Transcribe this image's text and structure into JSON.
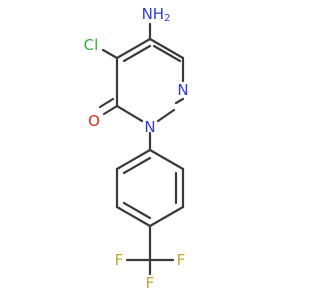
{
  "atoms": {
    "nh2": {
      "text": "NH",
      "sub": "2",
      "color": "#2f3bdb"
    },
    "cl": {
      "text": "Cl",
      "color": "#30b230"
    },
    "o": {
      "text": "O",
      "color": "#e8261a"
    },
    "n_top": {
      "text": "N",
      "color": "#2f3bdb"
    },
    "n_ring": {
      "text": "N",
      "color": "#2f3bdb"
    },
    "f_left": {
      "text": "F",
      "color": "#bfa72e"
    },
    "f_mid": {
      "text": "F",
      "color": "#bfa72e"
    },
    "f_right": {
      "text": "F",
      "color": "#bfa72e"
    }
  },
  "colors": {
    "bond": "#3a3a3a",
    "background": "#ffffff"
  }
}
